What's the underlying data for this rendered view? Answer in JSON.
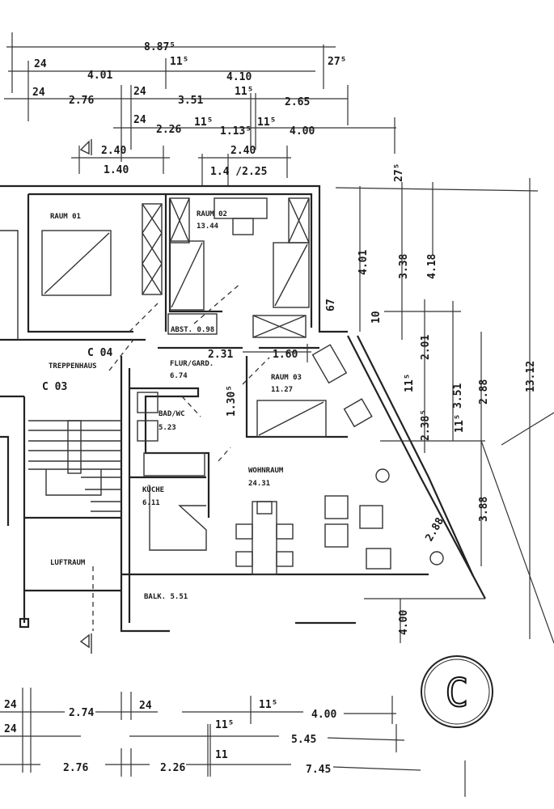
{
  "title": "Floor plan - apartment C",
  "apartment_marker": "C",
  "dimensions_top": {
    "overall": "8.87⁵",
    "r1": [
      "24",
      "4.01",
      "11⁵",
      "4.10",
      "27⁵"
    ],
    "r2": [
      "24",
      "2.76",
      "24",
      "3.51",
      "11⁵",
      "2.65"
    ],
    "r3": [
      "24",
      "2.26",
      "11⁵",
      "1.13⁵",
      "11⁵",
      "4.00"
    ],
    "r4": [
      "2.40",
      "1.40",
      "2.40",
      "1.4 /2.25"
    ]
  },
  "rooms": {
    "raum01": "RAUM 01",
    "raum02": "RAUM 02",
    "raum02_area": "13.44",
    "abst": "ABST. 0.98",
    "treppenhaus": "TREPPENHAUS",
    "c04": "C 04",
    "c03": "C 03",
    "flur": "FLUR/GARD.",
    "flur_area": "6.74",
    "raum03": "RAUM 03",
    "raum03_area": "11.27",
    "bad": "BAD/WC",
    "bad_area": "5.23",
    "wohnraum": "WOHNRAUM",
    "wohnraum_area": "24.31",
    "kueche": "KÜCHE",
    "kueche_area": "6.11",
    "luftraum": "LUFTRAUM",
    "balkon": "BALK. 5.51"
  },
  "dimensions_inner": [
    "2.31",
    "1.60",
    "1.30⁵",
    "67",
    "4.00"
  ],
  "dimensions_right": [
    "27⁵",
    "4.01",
    "3.38",
    "4.18",
    "10",
    "2.01",
    "11⁵",
    "3.51",
    "2.88",
    "2.38⁵",
    "11⁵",
    "13.12",
    "3.88",
    "2.88"
  ],
  "dimensions_bottom": {
    "r1": [
      "24",
      "2.74",
      "24",
      "11⁵",
      "4.00"
    ],
    "r2": [
      "24",
      "11⁵",
      "5.45"
    ],
    "r3": [
      "2.76",
      "2.26",
      "11",
      "7.45"
    ]
  }
}
